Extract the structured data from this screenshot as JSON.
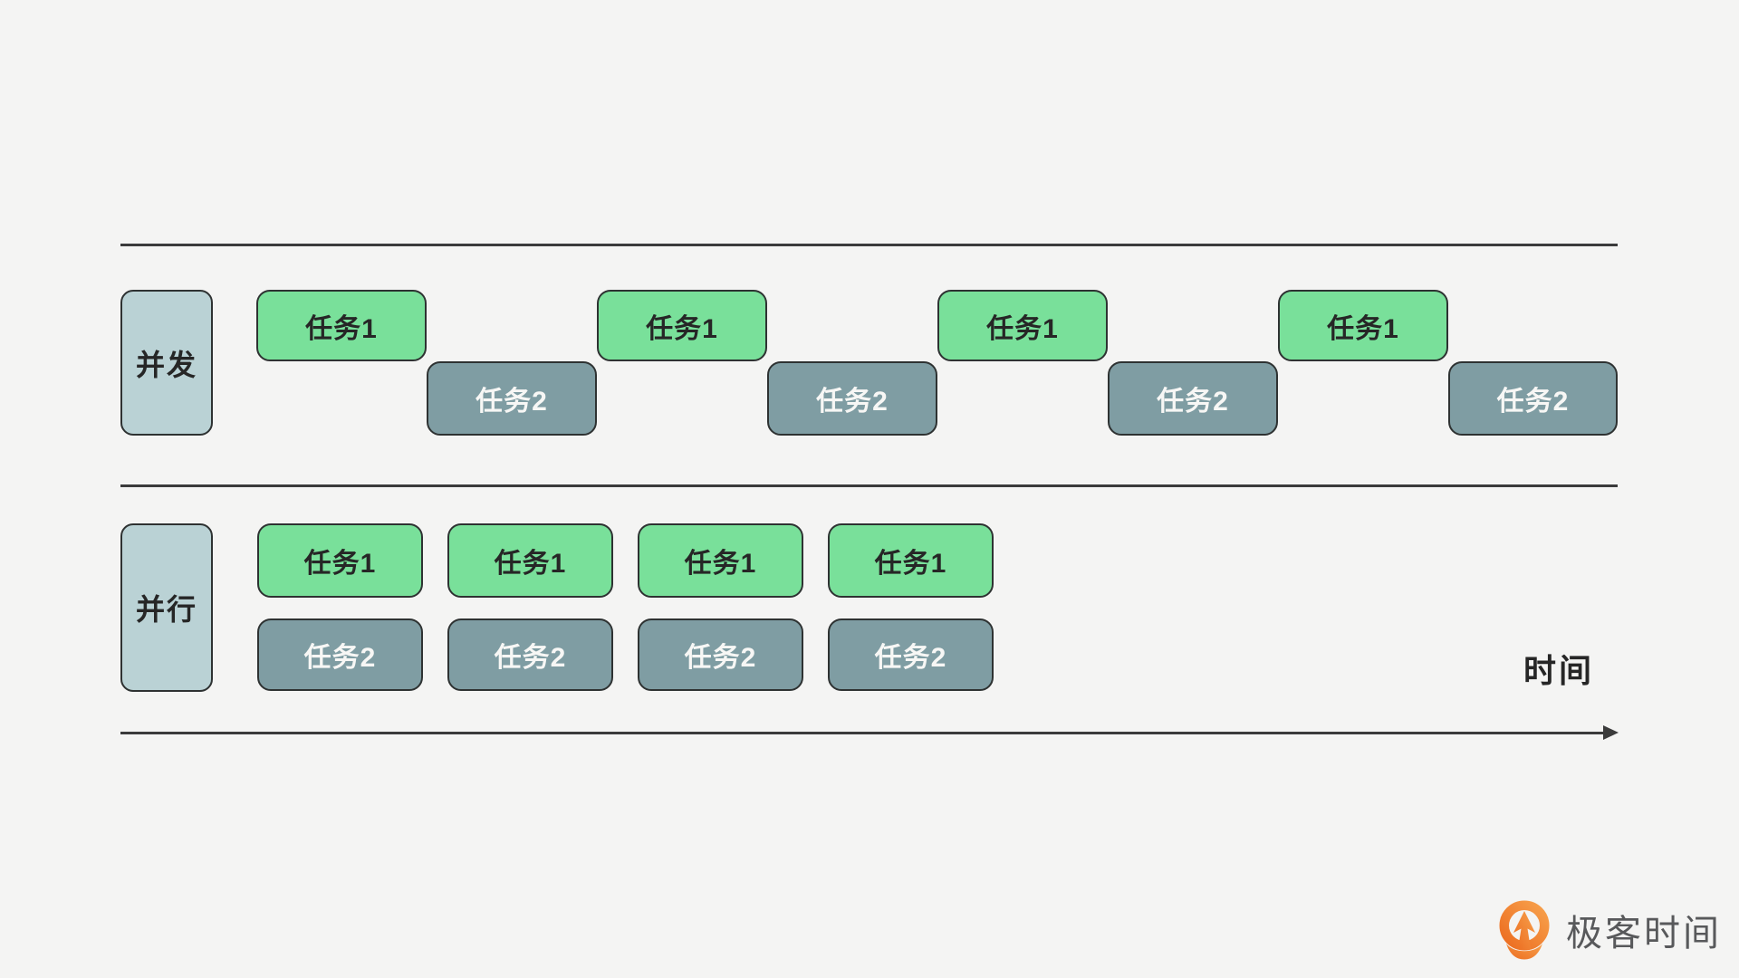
{
  "colors": {
    "page_bg": "#f4f4f3",
    "task1_fill": "#79e09a",
    "task2_fill": "#7f9da3",
    "label_fill": "#bad2d5",
    "border": "#2e3232",
    "line": "#3b3b3b",
    "dark_text": "#262626",
    "light_text": "#f7f7f5",
    "logo_orange": "#ee7c2e",
    "logo_orange_light": "#f7a04b",
    "logo_text_color": "#58595b"
  },
  "concurrency": {
    "label": "并发",
    "tasks": [
      {
        "label": "任务1"
      },
      {
        "label": "任务2"
      },
      {
        "label": "任务1"
      },
      {
        "label": "任务2"
      },
      {
        "label": "任务1"
      },
      {
        "label": "任务2"
      },
      {
        "label": "任务1"
      },
      {
        "label": "任务2"
      }
    ]
  },
  "parallelism": {
    "label": "并行",
    "tasks": [
      {
        "label": "任务1"
      },
      {
        "label": "任务1"
      },
      {
        "label": "任务1"
      },
      {
        "label": "任务1"
      },
      {
        "label": "任务2"
      },
      {
        "label": "任务2"
      },
      {
        "label": "任务2"
      },
      {
        "label": "任务2"
      }
    ]
  },
  "timeline": {
    "label": "时间"
  },
  "logo": {
    "text": "极客时间"
  }
}
